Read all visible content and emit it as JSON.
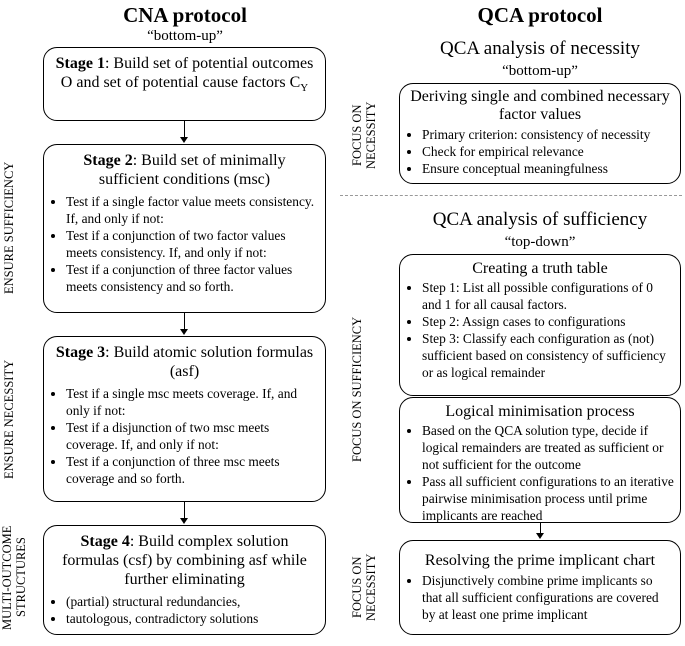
{
  "cna": {
    "title": "CNA protocol",
    "subtitle": "“bottom-up”",
    "stage1": {
      "label": "Stage 1",
      "text_before": ": Build set of potential outcomes O and set of potential cause factors C",
      "subscript": "Y"
    },
    "stage2": {
      "label": "Stage 2",
      "text": ": Build set of minimally sufficient conditions (msc)",
      "items": [
        "Test if a single factor value meets consistency. If, and only if not:",
        "Test if a conjunction of two factor values meets consistency. If, and only if not:",
        "Test if a conjunction of three factor values meets consistency and so forth."
      ]
    },
    "stage3": {
      "label": "Stage 3",
      "text": ": Build atomic solution formulas (asf)",
      "items": [
        "Test if a single msc meets coverage. If, and only if not:",
        "Test if a disjunction of two msc meets coverage. If, and only if not:",
        "Test if a conjunction of three msc meets coverage and so forth."
      ]
    },
    "stage4": {
      "label": "Stage 4",
      "text": ": Build complex solution formulas (csf) by combining asf while further eliminating",
      "items": [
        "(partial) structural redundancies,",
        "tautologous, contradictory solutions"
      ]
    },
    "side_labels": [
      "ENSURE SUFFICIENCY",
      "ENSURE NECESSITY",
      "MULTI-OUTCOME STRUCTURES"
    ]
  },
  "qca": {
    "title": "QCA protocol",
    "necessity": {
      "title": "QCA analysis of necessity",
      "subtitle": "“bottom-up”",
      "box": {
        "head": "Deriving single and combined necessary factor values",
        "items": [
          "Primary criterion: consistency of necessity",
          "Check for empirical relevance",
          "Ensure conceptual meaningfulness"
        ]
      },
      "side_label": "FOCUS ON NECESSITY"
    },
    "sufficiency": {
      "title": "QCA analysis of sufficiency",
      "subtitle": "“top-down”",
      "truth_table": {
        "head": "Creating a truth table",
        "items": [
          "Step 1: List all possible configurations of 0 and 1 for all causal factors.",
          "Step 2: Assign cases to configurations",
          "Step 3: Classify each configuration as (not) sufficient based on consistency of sufficiency or as logical remainder"
        ]
      },
      "minimisation": {
        "head": "Logical minimisation process",
        "items": [
          "Based on the QCA solution type, decide if logical remainders are treated as sufficient or not sufficient for the outcome",
          "Pass all sufficient configurations to an iterative pairwise minimisation process until prime implicants are reached"
        ]
      },
      "prime": {
        "head": "Resolving the prime implicant chart",
        "items": [
          "Disjunctively combine prime implicants so that all sufficient configurations are covered by at least one prime implicant"
        ]
      },
      "side_labels": [
        "FOCUS ON SUFFICIENCY",
        "FOCUS ON NECESSITY"
      ]
    }
  }
}
